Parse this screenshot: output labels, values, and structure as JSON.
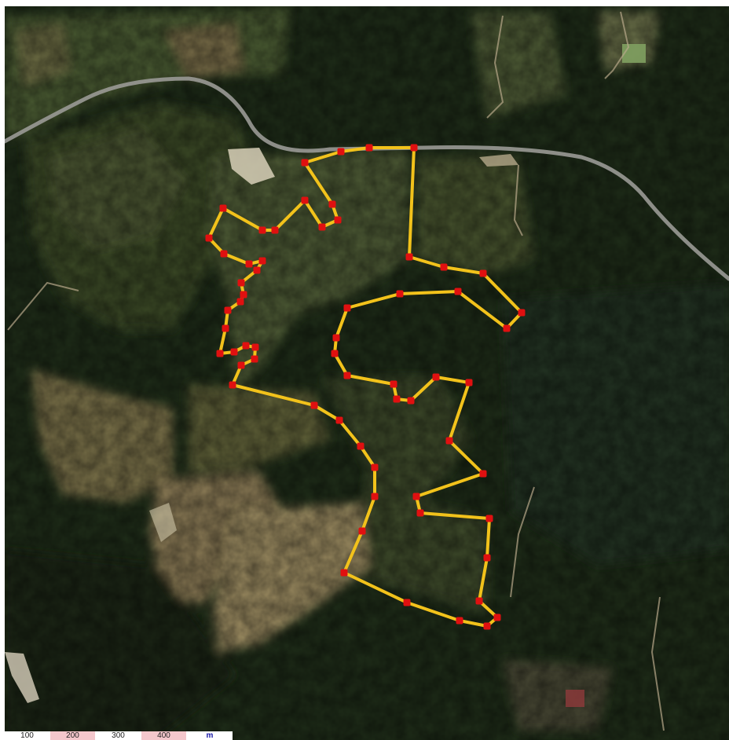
{
  "map": {
    "colors": {
      "boundary_line": "#f2c21b",
      "vertex": "#e01010",
      "road": "#9a9a96",
      "forest": "#1e2b18",
      "pasture": "#6a6e44",
      "bare_soil": "#9c8a62"
    },
    "icons": [
      "boundary-vertex-icon"
    ]
  },
  "scale_bar": {
    "labels": [
      "100",
      "200",
      "300",
      "400"
    ],
    "unit": "m"
  }
}
